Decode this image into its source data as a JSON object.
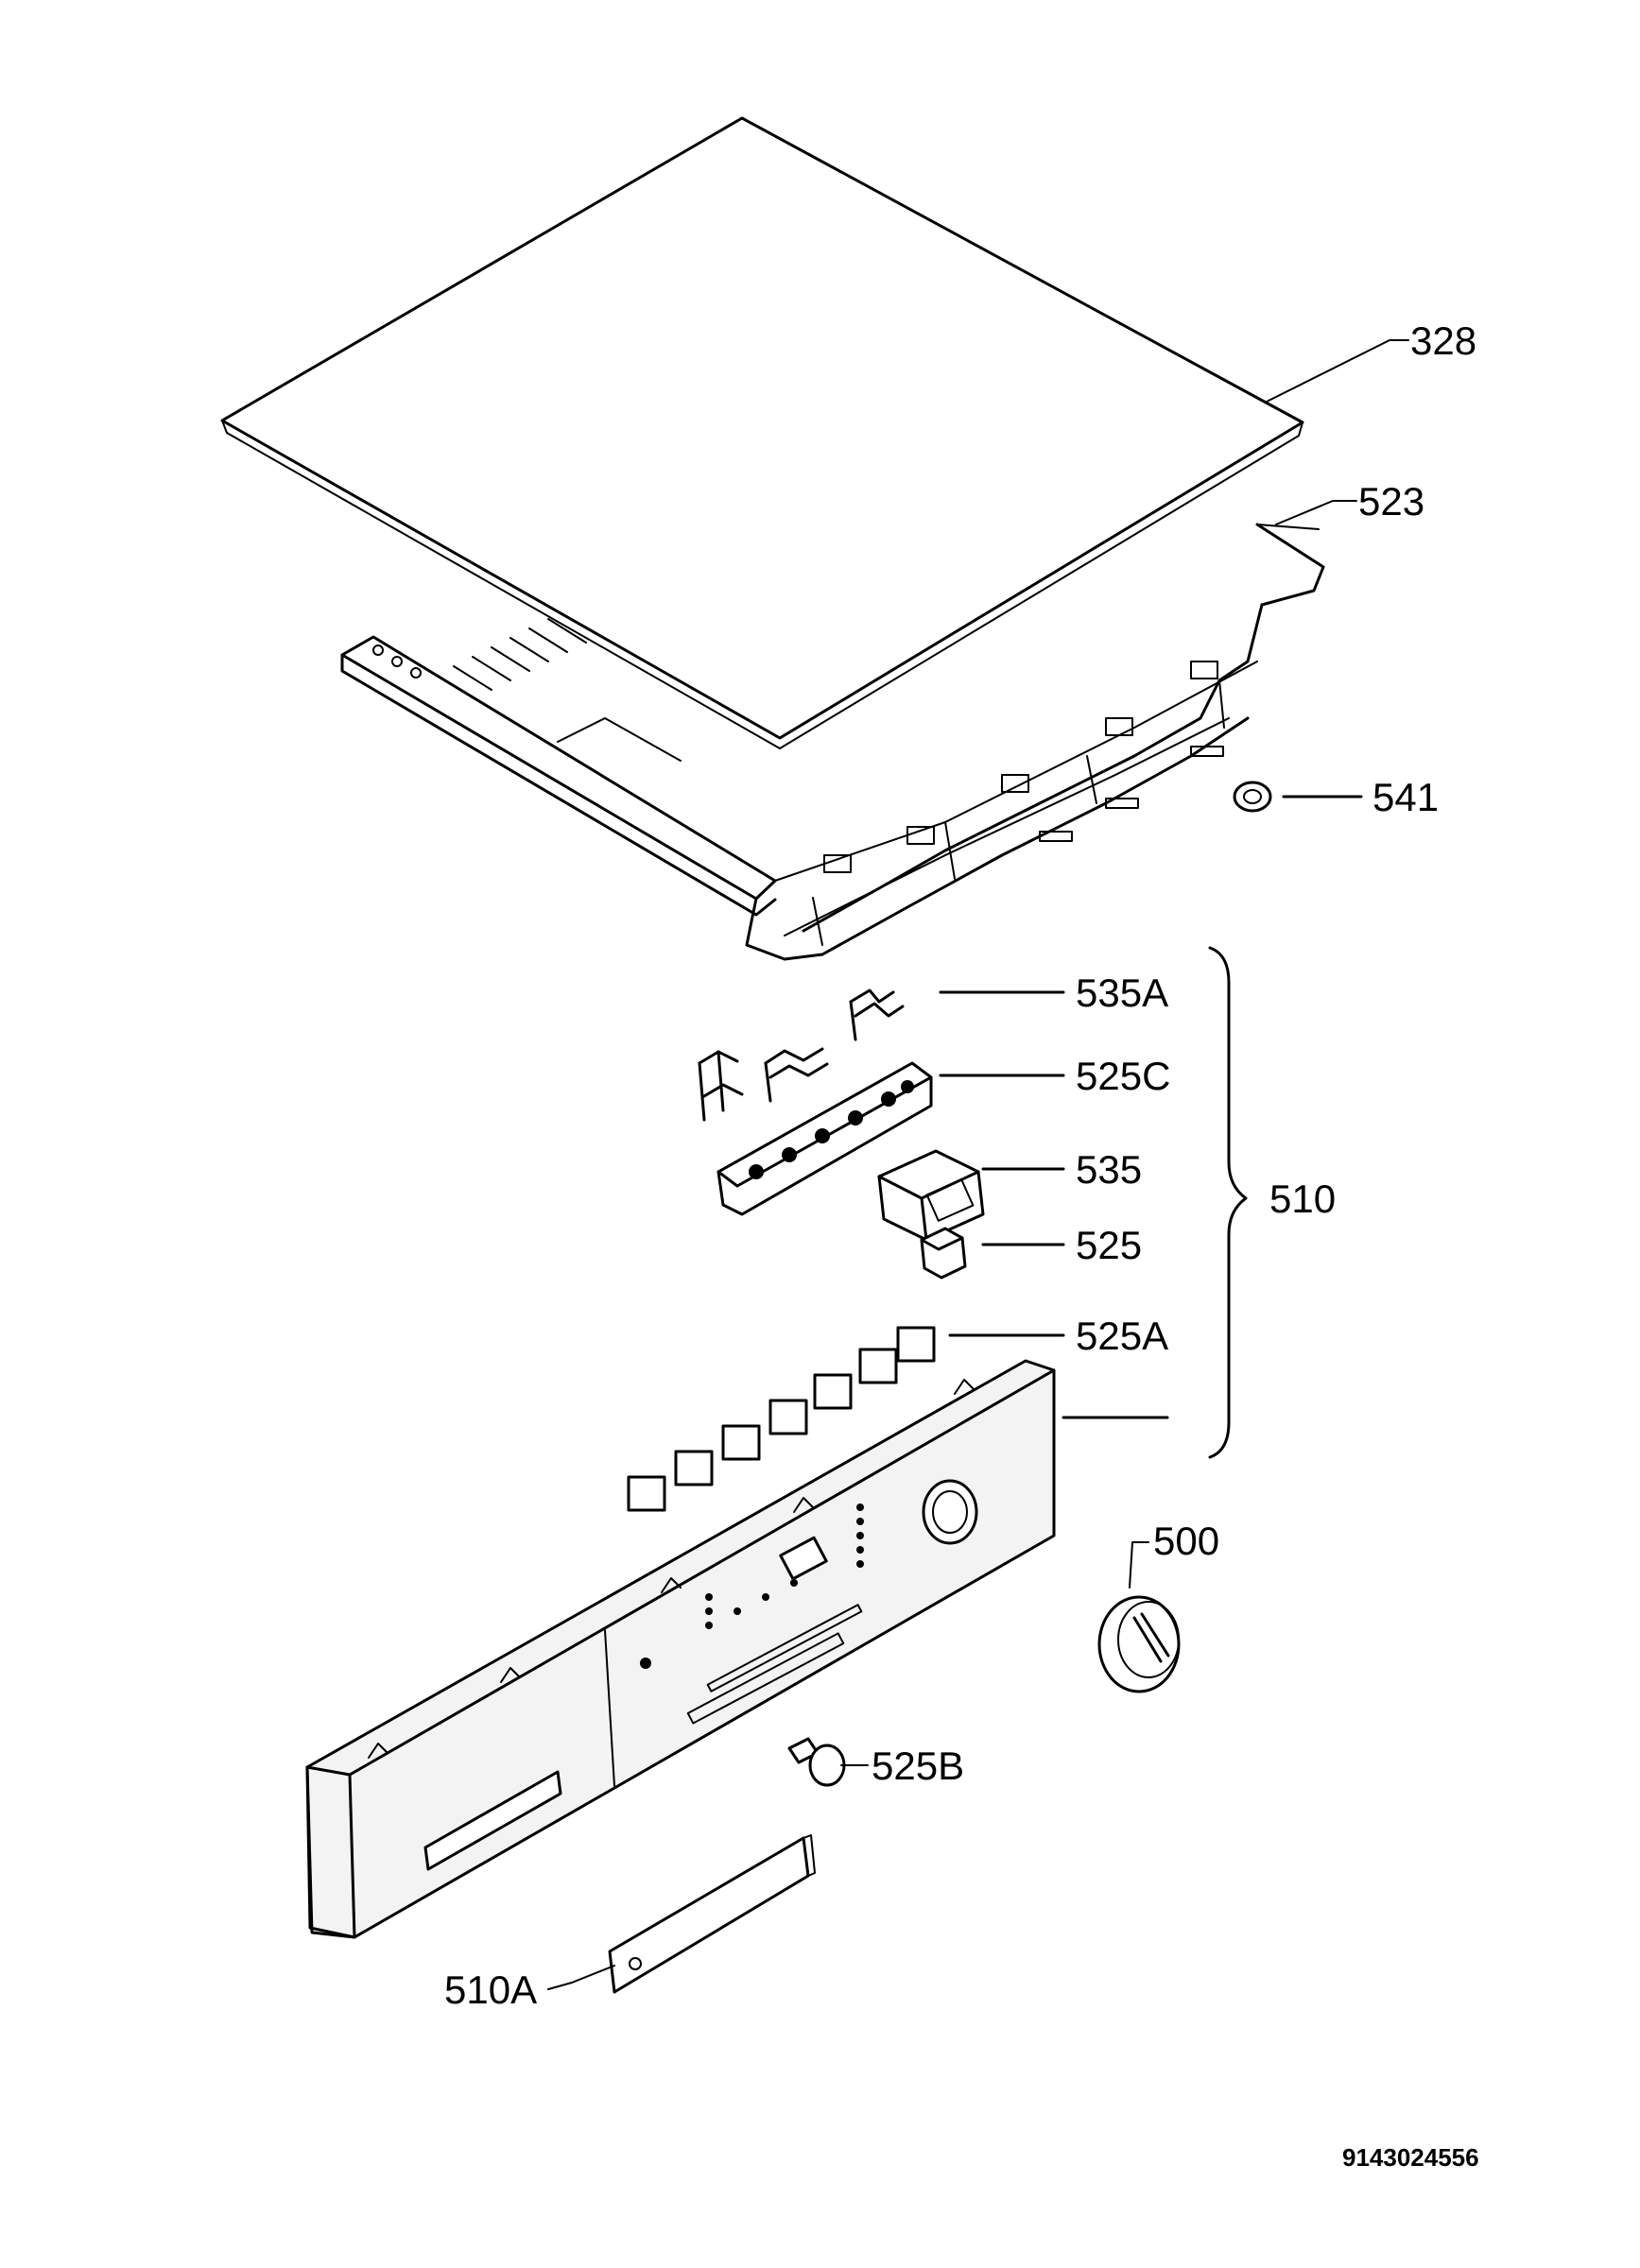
{
  "diagram": {
    "drawing_number": "9143024556",
    "parts": [
      {
        "id": "328",
        "label": "328"
      },
      {
        "id": "523",
        "label": "523"
      },
      {
        "id": "541",
        "label": "541"
      },
      {
        "id": "535A",
        "label": "535A"
      },
      {
        "id": "525C",
        "label": "525C"
      },
      {
        "id": "535",
        "label": "535"
      },
      {
        "id": "525",
        "label": "525"
      },
      {
        "id": "525A",
        "label": "525A"
      },
      {
        "id": "510",
        "label": "510"
      },
      {
        "id": "500",
        "label": "500"
      },
      {
        "id": "525B",
        "label": "525B"
      },
      {
        "id": "510A",
        "label": "510A"
      }
    ]
  }
}
